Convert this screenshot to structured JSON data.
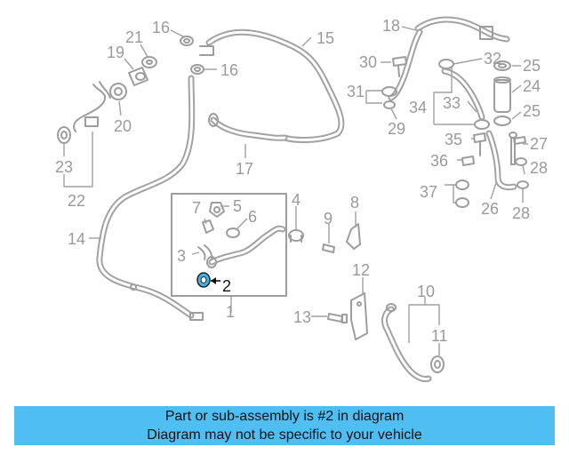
{
  "labels": {
    "n1": "1",
    "n2": "2",
    "n3": "3",
    "n4": "4",
    "n5": "5",
    "n6": "6",
    "n7": "7",
    "n8": "8",
    "n9": "9",
    "n10": "10",
    "n11": "11",
    "n12": "12",
    "n13": "13",
    "n14": "14",
    "n15": "15",
    "n16a": "16",
    "n16b": "16",
    "n17": "17",
    "n18": "18",
    "n19": "19",
    "n20": "20",
    "n21": "21",
    "n22": "22",
    "n23": "23",
    "n24": "24",
    "n25a": "25",
    "n25b": "25",
    "n26": "26",
    "n27": "27",
    "n28a": "28",
    "n28b": "28",
    "n29": "29",
    "n30": "30",
    "n31": "31",
    "n32": "32",
    "n33": "33",
    "n34": "34",
    "n35": "35",
    "n36": "36",
    "n37": "37"
  },
  "highlight": {
    "part_number": "2",
    "color": "#3fb4e8"
  },
  "banner": {
    "line1": "Part or sub-assembly is #2 in diagram",
    "line2": "Diagram may not be specific to your vehicle",
    "background": "#4fbef3"
  }
}
